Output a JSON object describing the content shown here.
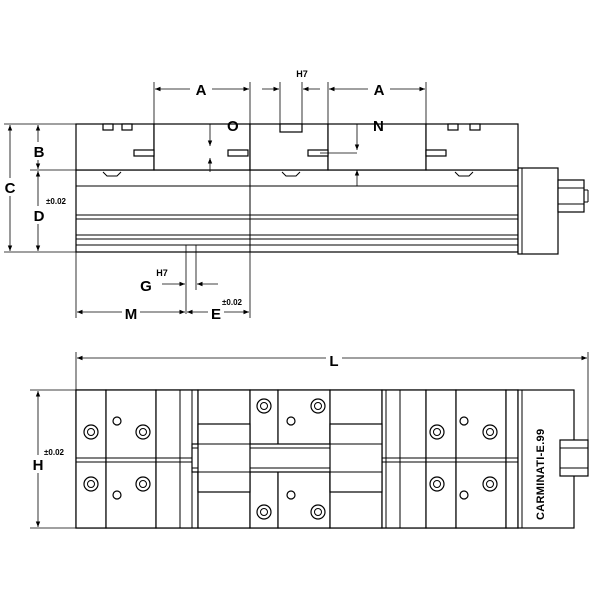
{
  "drawing": {
    "side_view": {
      "labels": {
        "A_left": "A",
        "A_right": "A",
        "H7_top": "H7",
        "O": "O",
        "N": "N",
        "B": "B",
        "C": "C",
        "D": "D",
        "D_tol": "±0.02",
        "G": "G",
        "H7_bottom": "H7",
        "M": "M",
        "E": "E",
        "E_tol": "±0.02"
      }
    },
    "top_view": {
      "labels": {
        "L": "L",
        "H": "H",
        "H_tol": "±0.02"
      },
      "brand": "CARMINATI-E.99"
    }
  }
}
